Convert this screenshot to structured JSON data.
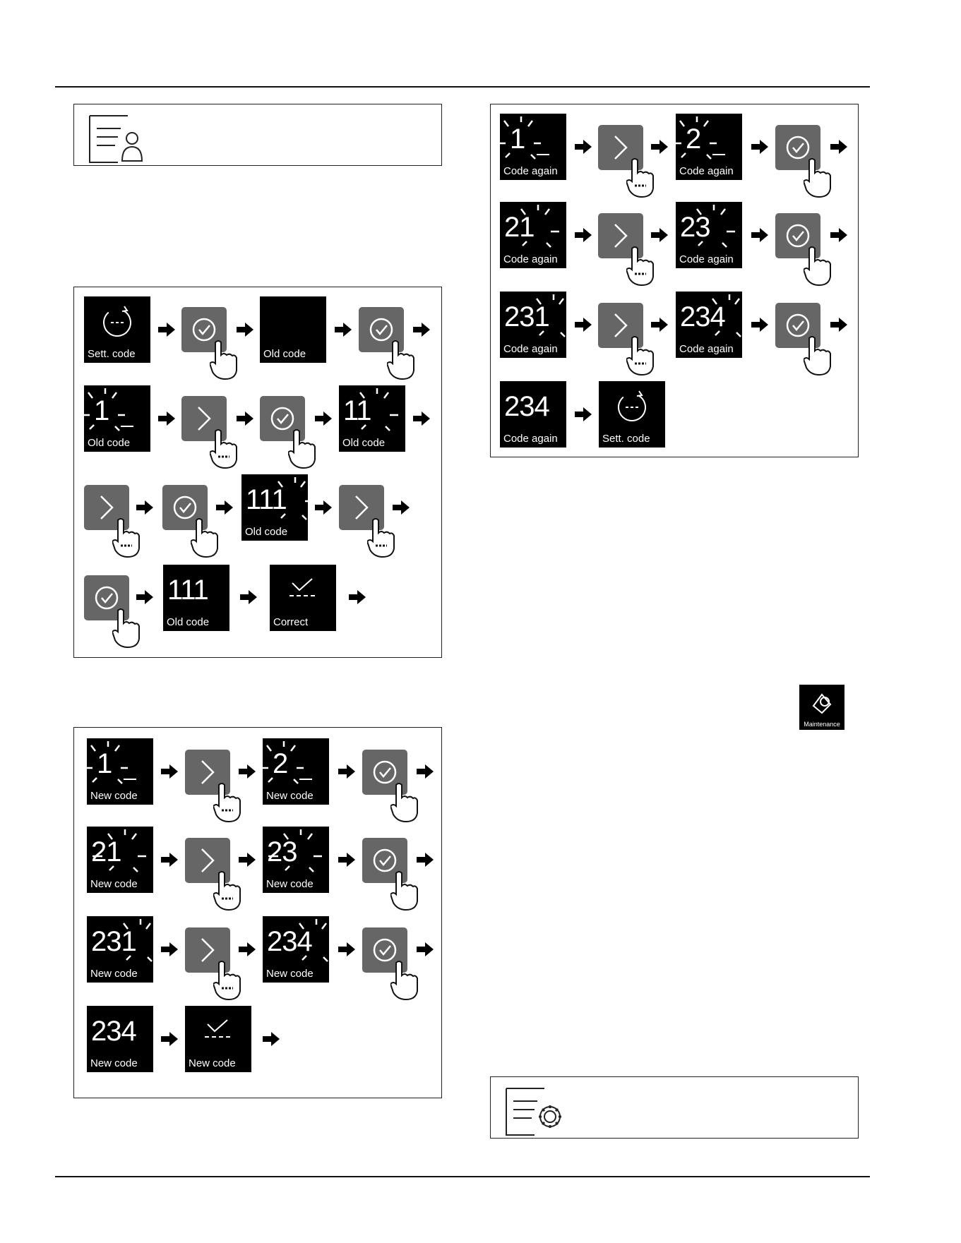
{
  "labels": {
    "sett_code": "Sett. code",
    "old_code": "Old code",
    "new_code": "New code",
    "code_again": "Code again",
    "correct": "Correct",
    "maintenance": "Maintenance"
  },
  "values": {
    "d1": "1",
    "d2": "2",
    "d11": "11",
    "d21": "21",
    "d23": "23",
    "d111": "111",
    "d231": "231",
    "d234": "234"
  },
  "icons": {
    "operator_header": "user-manual-icon",
    "service_header": "settings-manual-icon",
    "confirm": "check-circle-icon",
    "next": "chevron-right-icon",
    "tap": "hand-pointer-icon",
    "flow": "arrow-right-icon",
    "maintenance": "maintenance-icon"
  },
  "colors": {
    "display_bg": "#000000",
    "button_bg": "#666666",
    "text": "#ffffff"
  }
}
